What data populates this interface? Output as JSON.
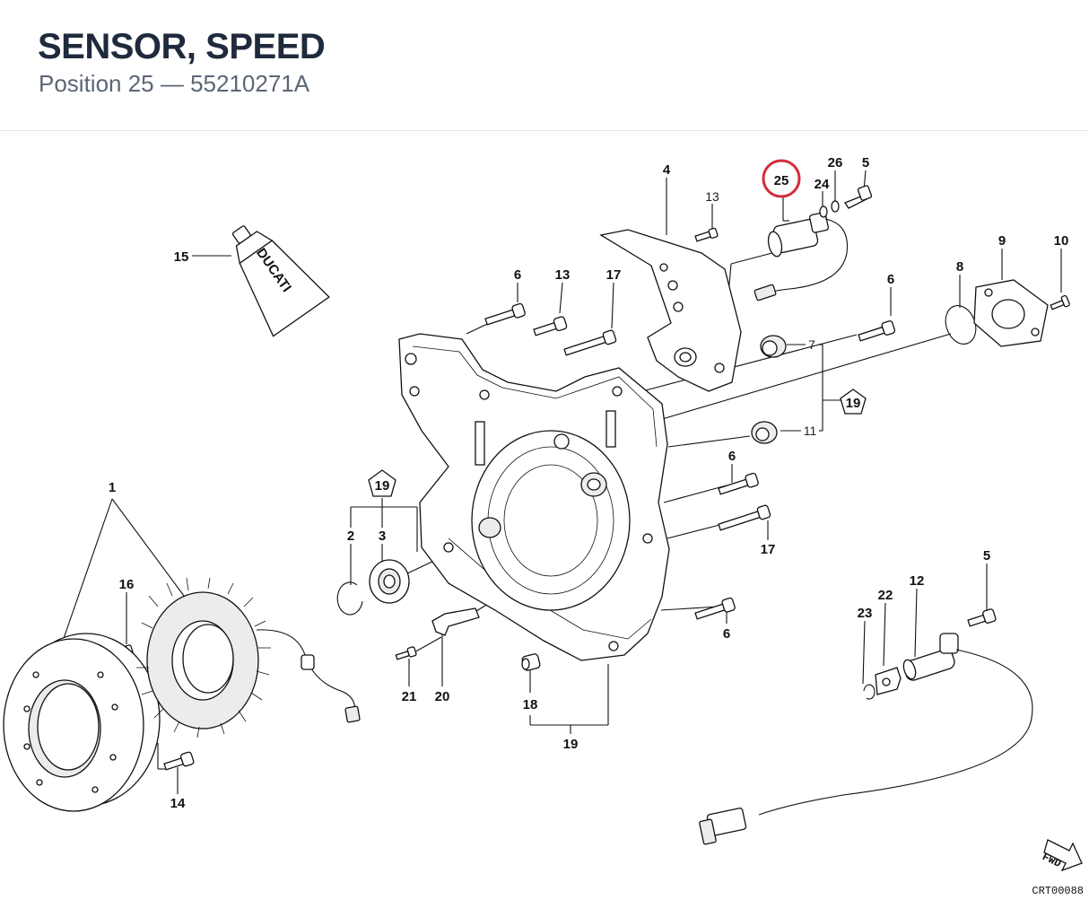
{
  "header": {
    "title": "SENSOR, SPEED",
    "subtitle": "Position 25 — 55210271A"
  },
  "highlight": {
    "position": "25",
    "color": "#d42e3a"
  },
  "callouts": {
    "c1": "1",
    "c2": "2",
    "c3": "3",
    "c4": "4",
    "c5a": "5",
    "c5b": "5",
    "c6a": "6",
    "c6b": "6",
    "c6c": "6",
    "c6d": "6",
    "c7": "7",
    "c8": "8",
    "c9": "9",
    "c10": "10",
    "c11": "11",
    "c12": "12",
    "c13a": "13",
    "c13b": "13",
    "c14": "14",
    "c15": "15",
    "c16": "16",
    "c17a": "17",
    "c17b": "17",
    "c18": "18",
    "c19a": "19",
    "c19b": "19",
    "c19c": "19",
    "c20": "20",
    "c21": "21",
    "c22": "22",
    "c23": "23",
    "c24": "24",
    "c25": "25",
    "c26": "26"
  },
  "tube_label": "DUCATI",
  "fwd_label": "FWD",
  "drawing_ref": "CRT00088"
}
